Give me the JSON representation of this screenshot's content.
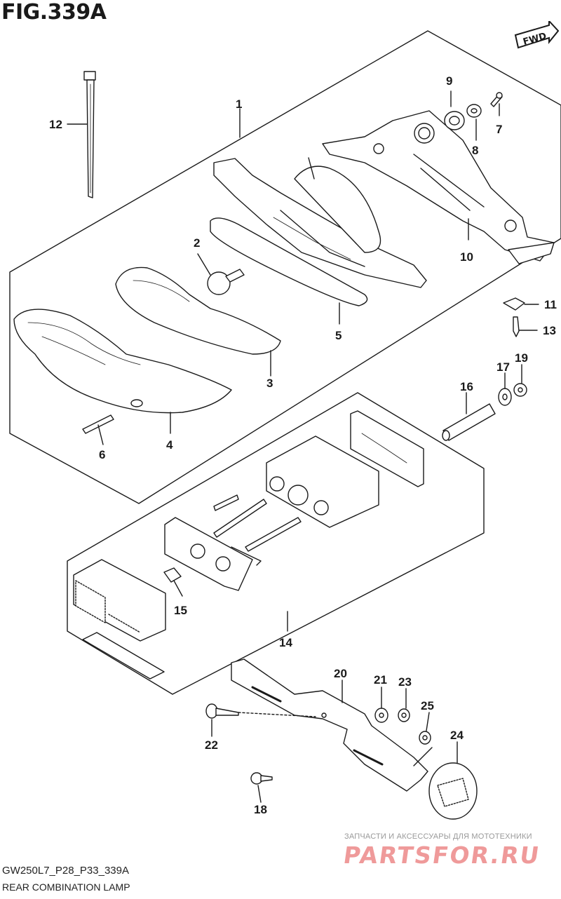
{
  "figure": {
    "title": "FIG.339A"
  },
  "badge": {
    "label": "FWD"
  },
  "callouts": [
    {
      "id": "1",
      "text": "1"
    },
    {
      "id": "2",
      "text": "2"
    },
    {
      "id": "3",
      "text": "3"
    },
    {
      "id": "4",
      "text": "4"
    },
    {
      "id": "5",
      "text": "5"
    },
    {
      "id": "6",
      "text": "6"
    },
    {
      "id": "7",
      "text": "7"
    },
    {
      "id": "8",
      "text": "8"
    },
    {
      "id": "9",
      "text": "9"
    },
    {
      "id": "10",
      "text": "10"
    },
    {
      "id": "11",
      "text": "11"
    },
    {
      "id": "12",
      "text": "12"
    },
    {
      "id": "13",
      "text": "13"
    },
    {
      "id": "14",
      "text": "14"
    },
    {
      "id": "15",
      "text": "15"
    },
    {
      "id": "16",
      "text": "16"
    },
    {
      "id": "17",
      "text": "17"
    },
    {
      "id": "18",
      "text": "18"
    },
    {
      "id": "19",
      "text": "19"
    },
    {
      "id": "20",
      "text": "20"
    },
    {
      "id": "21",
      "text": "21"
    },
    {
      "id": "22",
      "text": "22"
    },
    {
      "id": "23",
      "text": "23"
    },
    {
      "id": "24",
      "text": "24"
    },
    {
      "id": "25",
      "text": "25"
    }
  ],
  "footer": {
    "code": "GW250L7_P28_P33_339A",
    "name": "REAR COMBINATION LAMP"
  },
  "watermark": {
    "tagline": "ЗАПЧАСТИ И АКСЕССУАРЫ ДЛЯ МОТОТЕХНИКИ",
    "logo": "PARTSFOR.RU"
  },
  "colors": {
    "line": "#1a1a1a",
    "watermark": "#ef9a9a",
    "background": "#ffffff"
  }
}
